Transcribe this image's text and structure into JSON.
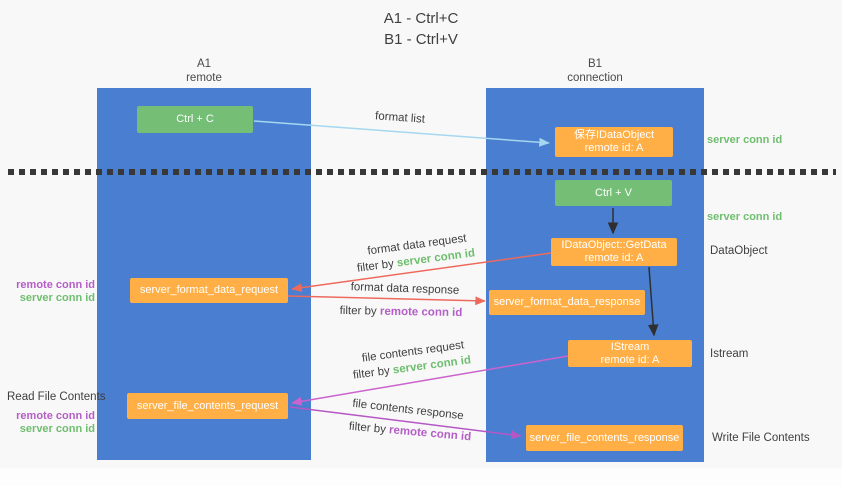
{
  "title": {
    "line1": "A1 - Ctrl+C",
    "line2": "B1 - Ctrl+V"
  },
  "lanes": {
    "a1": {
      "name": "A1",
      "subtitle": "remote"
    },
    "b1": {
      "name": "B1",
      "subtitle": "connection"
    }
  },
  "nodes": {
    "ctrl_c": {
      "label": "Ctrl + C"
    },
    "ctrl_v": {
      "label": "Ctrl + V"
    },
    "save_dataobject": {
      "line1": "保存IDataObject",
      "line2": "remote id: A"
    },
    "getdata": {
      "line1": "IDataObject::GetData",
      "line2": "remote id: A"
    },
    "istream": {
      "line1": "IStream",
      "line2": "remote id: A"
    },
    "server_format_data_request": {
      "label": "server_format_data_request"
    },
    "server_format_data_response": {
      "label": "server_format_data_response"
    },
    "server_file_contents_request": {
      "label": "server_file_contents_request"
    },
    "server_file_contents_response": {
      "label": "server_file_contents_response"
    }
  },
  "edges": {
    "format_list": {
      "label": "format list"
    },
    "format_data_request": {
      "label": "format data request",
      "filter_prefix": "filter by ",
      "filter_key": "server conn id"
    },
    "format_data_response": {
      "label": "format data response",
      "filter_prefix": "filter by ",
      "filter_key": "remote conn id"
    },
    "file_contents_request": {
      "label": "file contents request",
      "filter_prefix": "filter by ",
      "filter_key": "server conn id"
    },
    "file_contents_response": {
      "label": "file contents response",
      "filter_prefix": "filter by ",
      "filter_key": "remote conn id"
    }
  },
  "annotations": {
    "server_conn_id_top": "server conn id",
    "server_conn_id_mid": "server conn id",
    "dataobject": "DataObject",
    "istream": "Istream",
    "write_file_contents": "Write File Contents",
    "read_file_contents": "Read File Contents",
    "format_req_remote_conn_id": "remote conn id",
    "format_req_server_conn_id": "server conn id",
    "file_req_remote_conn_id": "remote conn id",
    "file_req_server_conn_id": "server conn id"
  },
  "colors": {
    "lane_blue": "#4a7ed1",
    "node_orange": "#ffaf45",
    "node_green": "#74be76",
    "arrow_red": "#ed6a5c",
    "arrow_pink": "#cc62cc",
    "arrow_purple": "#b557c5",
    "arrow_light_blue": "#a5d7f0",
    "arrow_black": "#2f2f2f",
    "text_green": "#6fbe6f",
    "text_purple": "#b55ec7",
    "text_dark": "#3f3f3f"
  }
}
